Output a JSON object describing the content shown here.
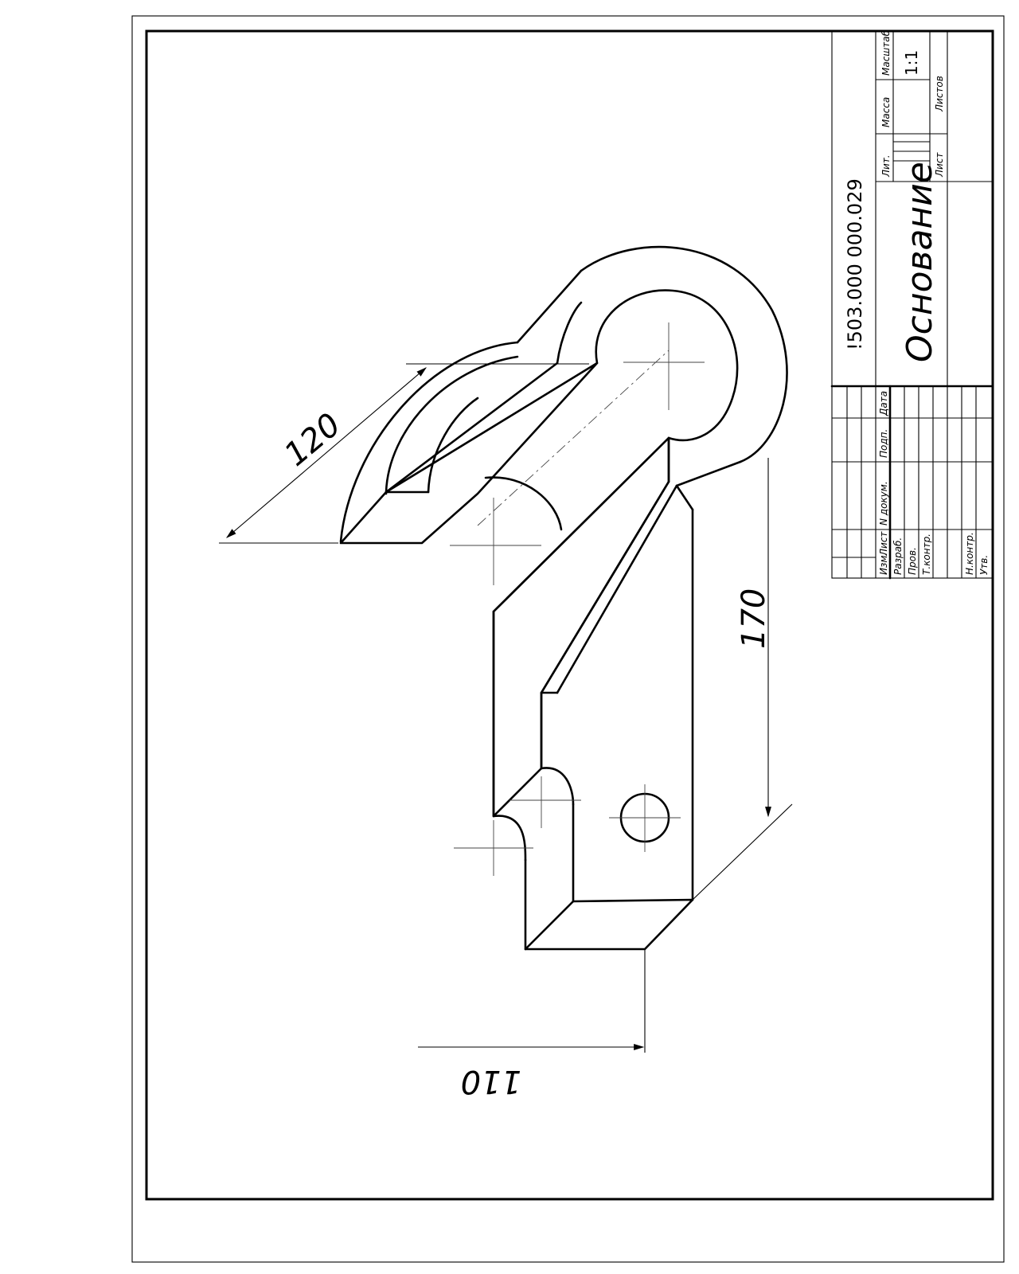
{
  "title_block": {
    "designation": "!503.000 000.029",
    "part_name": "Основание",
    "scale": "1:1",
    "headers": {
      "lit": "Лит.",
      "mass": "Масса",
      "scale": "Масштаб",
      "sheet": "Лист",
      "sheets": "Листов"
    },
    "columns": {
      "izm": "Изм.",
      "list": "Лист",
      "doc": "N докум.",
      "sign": "Подп.",
      "date": "Дата"
    },
    "roles": {
      "developer": "Разраб.",
      "checker": "Пров.",
      "tech_control": "Т.контр.",
      "norm_control": "Н.контр.",
      "approved": "Утв."
    }
  },
  "dimensions": {
    "d120": "120",
    "d170": "170",
    "d110": "110"
  }
}
